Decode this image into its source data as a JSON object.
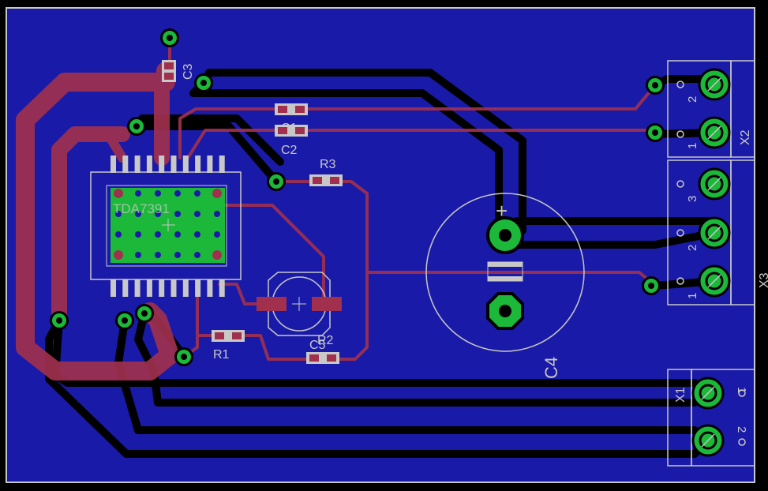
{
  "colors": {
    "background": "#000000",
    "board": "#1a1aa8",
    "outline": "#c8c8c8",
    "top_copper": "#a0304e",
    "bottom_copper": "#000000",
    "pad_ring": "#1cb83a",
    "silk": "#c8c8c8"
  },
  "components": {
    "ic": "TDA7391",
    "c1": "C1",
    "c2": "C2",
    "c3": "C3",
    "c4": "C4",
    "c5": "C5",
    "r1": "R1",
    "r2": "R2",
    "r3": "R3",
    "x1": "X1",
    "x2": "X2",
    "x3": "X3"
  },
  "pins": {
    "x2_pin2": "2",
    "x2_pin1": "1",
    "x3_pin3": "3",
    "x3_pin2": "2",
    "x3_pin1": "1",
    "x1_pin1": "1",
    "x1_pin2": "2"
  },
  "polarity": {
    "c4_plus": "+"
  }
}
